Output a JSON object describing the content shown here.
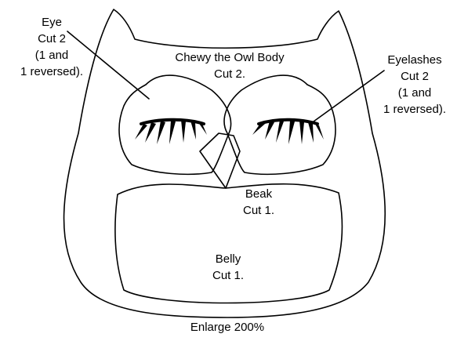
{
  "labels": {
    "eye": [
      "Eye",
      "Cut 2",
      "(1 and",
      "1 reversed)."
    ],
    "body": [
      "Chewy the Owl Body",
      "Cut 2."
    ],
    "eyelashes": [
      "Eyelashes",
      "Cut 2",
      "(1 and",
      "1 reversed)."
    ],
    "beak": [
      "Beak",
      "Cut 1."
    ],
    "belly": [
      "Belly",
      "Cut 1."
    ],
    "footer": "Enlarge 200%"
  },
  "colors": {
    "line": "#000000",
    "background": "#ffffff"
  }
}
